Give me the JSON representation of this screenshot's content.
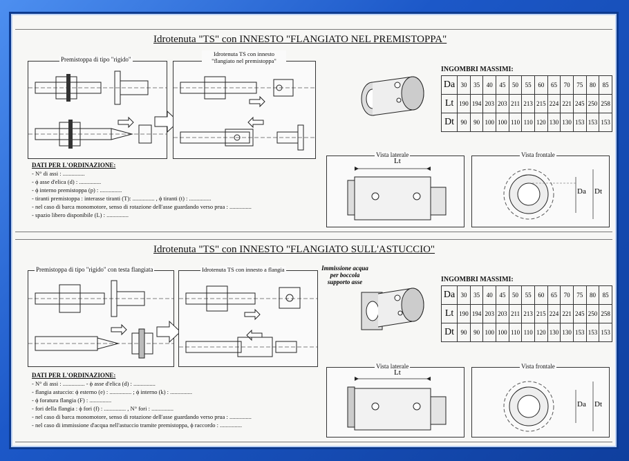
{
  "panel1": {
    "title": "Idrotenuta \"TS\" con INNESTO \"FLANGIATO NEL PREMISTOPPA\"",
    "left_box_label": "Premistoppa di tipo \"rigido\"",
    "mid_box_label": "Idrotenuta TS con innesto \"flangiato nel premistoppa\"",
    "order_title": "DATI PER L'ORDINAZIONE:",
    "order_lines": [
      "- N° di assi : ...............",
      "- ϕ asse d'elica (d) : ...............",
      "- ϕ interno premistoppa (p) : ...............",
      "- tiranti premistoppa : interasse tiranti (T): ............... , ϕ tiranti (t) : ...............",
      "- nel caso di barca monomotore, senso di rotazione dell'asse guardando verso prua : ...............",
      "- spazio libero disponibile (L) : ..............."
    ],
    "dims_title": "INGOMBRI MASSIMI:",
    "side_view_label": "Vista laterale",
    "front_view_label": "Vista frontale",
    "lt_label": "Lt",
    "da_label": "Da",
    "dt_label": "Dt"
  },
  "panel2": {
    "title": "Idrotenuta \"TS\" con INNESTO \"FLANGIATO SULL'ASTUCCIO\"",
    "left_box_label": "Premistoppa di tipo \"rigido\" con testa flangiata",
    "mid_box_label": "Idrotenuta TS con innesto a flangia",
    "immission_label": "Immissione acqua per boccola supporto asse",
    "order_title": "DATI PER L'ORDINAZIONE:",
    "order_lines": [
      "- N° di assi : ...............     - ϕ asse d'elica (d) : ...............",
      "- flangia astuccio: ϕ esterno (e) : ............... ; ϕ interno (k) : ...............",
      "- ϕ foratura flangia (F) : ...............",
      "- fori della flangia :      ϕ fori (f) : ............... , N° fori : ...............",
      "- nel caso di barca monomotore, senso di rotazione dell'asse guardando verso prua : ...............",
      "- nel caso di immissione d'acqua nell'astuccio tramite premistoppa, ϕ raccordo : ..............."
    ],
    "dims_title": "INGOMBRI MASSIMI:",
    "side_view_label": "Vista laterale",
    "front_view_label": "Vista frontale",
    "lt_label": "Lt",
    "da_label": "Da",
    "dt_label": "Dt"
  },
  "dims_table": {
    "rows": [
      {
        "label": "Da",
        "values": [
          "30",
          "35",
          "40",
          "45",
          "50",
          "55",
          "60",
          "65",
          "70",
          "75",
          "80",
          "85"
        ]
      },
      {
        "label": "Lt",
        "values": [
          "190",
          "194",
          "203",
          "203",
          "211",
          "213",
          "215",
          "224",
          "221",
          "245",
          "250",
          "258"
        ]
      },
      {
        "label": "Dt",
        "values": [
          "90",
          "90",
          "100",
          "100",
          "110",
          "110",
          "120",
          "130",
          "130",
          "153",
          "153",
          "153"
        ]
      }
    ]
  }
}
